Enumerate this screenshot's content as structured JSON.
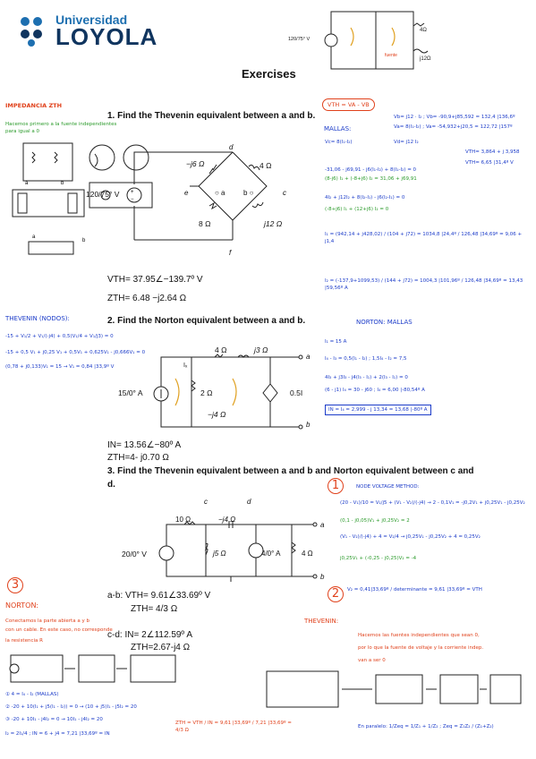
{
  "header": {
    "logo_univ": "Universidad",
    "logo_name": "LOYOLA",
    "title": "Exercises"
  },
  "q1": {
    "text": "1.   Find the Thevenin equivalent between a and b.",
    "vth": "VTH= 37.95∠−139.7º V",
    "zth": "ZTH= 6.48 −j2.64 Ω",
    "circuit": {
      "source": "120/75° V",
      "c1": "−j6 Ω",
      "l1": "4 Ω",
      "r1": "8 Ω",
      "l2": "j12 Ω",
      "node_d": "d",
      "node_e": "e",
      "node_c": "c",
      "node_f": "f",
      "node_a": "○ a",
      "node_b": "b ○"
    }
  },
  "q2": {
    "text": "2.   Find the Norton equivalent between a and b.",
    "in": "IN= 13.56∠−80º A",
    "zth": "ZTH=4- j0.70 Ω",
    "circuit": {
      "source": "15/0° A",
      "r1": "2 Ω",
      "r2": "4 Ω",
      "l1": "j3 Ω",
      "c1": "−j4 Ω",
      "dep": "0.5I",
      "ix": "Iₓ",
      "node_a": "a",
      "node_b": "b"
    }
  },
  "q3": {
    "text": "3.   Find the Thevenin equivalent between a and b and Norton  equivalent between c and",
    "text2": "d.",
    "ab_vth": "a-b: VTH=  9.61∠33.69º V",
    "ab_zth": "ZTH= 4/3 Ω",
    "cd_in": "c-d: IN= 2∠112.59º A",
    "cd_zth": "ZTH=2.67-j4 Ω",
    "circuit": {
      "source": "20/0° V",
      "r1": "10 Ω",
      "c1": "−j4 Ω",
      "l1": "j5 Ω",
      "isrc": "4/0° A",
      "r2": "4 Ω",
      "node_a": "a",
      "node_b": "b",
      "node_c": "c",
      "node_d": "d"
    }
  },
  "notes": {
    "imp_title": "IMPEDANCIA  ZTH",
    "imp_text": "Hacemos primero a la fuente independientes",
    "imp_text2": "para igual a 0",
    "vth_box": "VTH = VA - VB",
    "vb_eq": "Vb= j12 · I₂ ;  Vb= -90,9+j85,592 = 132,4 |136,6º",
    "va_eq": "Va= 8(I₁-I₂)   ;  Va= -54,932+j20,5 = 122,72 |157º",
    "mallas": "MALLAS:",
    "vc_eq": "Vc= 8(I₁-I₂)",
    "vd_eq": "Vd= j12 I₂",
    "vth_val": "VTH= 3,864 + j 3,958",
    "vth_val2": "VTH= 6,65 |31,4º V",
    "m1": "-31,06 - j69,91 - j6(I₁-I₂) + 8(I₁-I₂) = 0",
    "m1b": "(8-j6) I₁ + (-8+j6) I₂ = 31,06 + j69,91",
    "m2": "4I₂ + j12I₂ + 8(I₂-I₁) - j6(I₂-I₁) = 0",
    "m2b": "(-8+j6) I₁ + (12+j6) I₂ = 0",
    "det_i1": "I₁ = (942,14 + j428,02) / (104 + j72) = 1034,8 |24,4º / 126,48 |34,69º = 9,06 + j1,4",
    "det_i2": "I₂ = (-137,9+1099,53) / (144 + j72) = 1004,3 |101,96º / 126,48 |34,69º = 13,43 |59,56º A",
    "thev_nodos": "THEVENIN (NODOS):",
    "tn1": "-15 + V₁/2 + V₁/(-j4) + 0,5(V₁/4 + V₁/j3) = 0",
    "tn2": "-15 + 0,5 V₁ + j0,25 V₁ + 0,5V₁ + 0,625V₁ - j0,666V₁ = 0",
    "tn3": "(0,78 + j0,133)V₁ = 15 → V₁ = 0,84 |33,9º V",
    "norton_mallas": "NORTON: MALLAS",
    "nm1": "I₁ = 15 A",
    "nm2": "I₄ - I₃ = 0,5(I₁ - I₂) ;  1,5I₄ - I₂ = 7,5",
    "nm3": "4I₃ + j3I₃ - j4(I₃ - I₁) + 2(I₃ - I₁) = 0",
    "nm4": "(6 - j1) I₄ = 30 - j60  ;  I₄ = 6,00 |-80,54º A",
    "nm5": "IN = I₄ = 2,999 - j 13,34 = 13,68 |-80º A",
    "nv_title": "NODE VOLTAGE  METHOD:",
    "nv1": "(20 - V₁)/10 = V₁/j5 + (V₁ - V₂)/(-j4) → 2 - 0,1V₁ = -j0,2V₁ + j0,25V₁ - j0,25V₂",
    "nv2": "(0,1 - j0,05)V₁ + j0,25V₂ = 2",
    "nv3": "(V₁ - V₂)/(-j4) + 4 = V₂/4 → j0,25V₁ - j0,25V₂ + 4 = 0,25V₂",
    "nv4": "j0,25V₁ + (-0,25 - j0,25)V₂ = -4",
    "nv5": "V₂ = 0,41|33,69º / determinante = 9,61 |33,69º = VTH",
    "norton_title": "NORTON:",
    "nt1": "Conectamos la parte abierta a y b",
    "nt2": "con un cable. En este caso, no corresponde",
    "nt3": "la resistencia R",
    "nt4": "① 4 = I₄ - I₂      (MALLAS)",
    "nt5": "② -20 + 10(I₁ + j5(I₁ - I₂)) = 0 → (10 + j5)I₁ - j5I₂ = 20",
    "nt6": "③ -20 + 10I₁ - j4I₂ = 0 → 10I₁ - j4I₂ = 20",
    "nt7": "I₂ = 2I₁/4 ;  IN = 6 + j4 = 7,21 |33,69º = IN",
    "zth_eq": "ZTH = VTH / IN = 9,61 |33,69º / 7,21 |33,69º = 4/3 Ω",
    "thevenin_title": "THEVENIN:",
    "th1": "Hacemos las fuentes independientes que sean 0,",
    "th2": "por lo que la fuente de voltaje y la corriente indep.",
    "th3": "van a ser 0",
    "th4": "En paralelo:   1/Zeq = 1/Z₁ + 1/Z₂ ;  Zeq = Z₁Z₂ / (Z₁+Z₂)",
    "top_source": "120/75° V"
  }
}
